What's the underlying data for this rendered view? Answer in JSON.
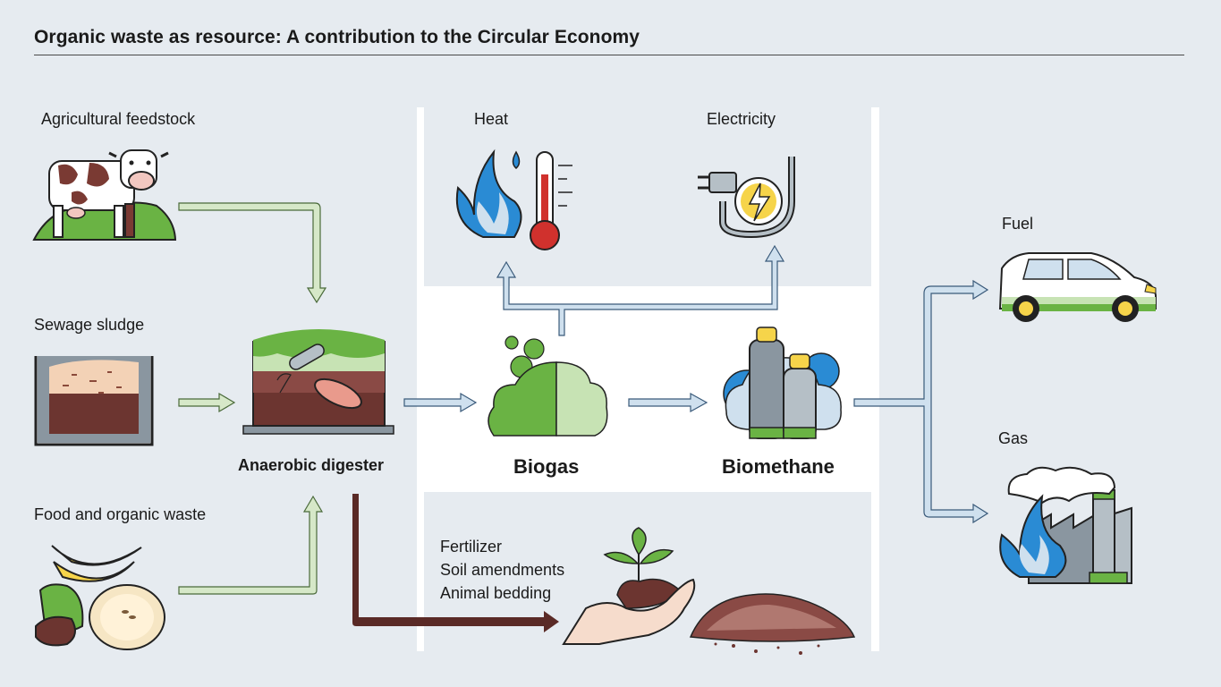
{
  "title": "Organic waste as resource: A contribution to the Circular Economy",
  "inputs": {
    "agricultural": "Agricultural feedstock",
    "sewage": "Sewage sludge",
    "food": "Food and organic waste"
  },
  "process": {
    "digester": "Anaerobic digester",
    "biogas": "Biogas",
    "biomethane": "Biomethane"
  },
  "outputs": {
    "heat": "Heat",
    "electricity": "Electricity",
    "fuel": "Fuel",
    "gas": "Gas"
  },
  "residues": [
    "Fertilizer",
    "Soil amendments",
    "Animal bedding"
  ],
  "colors": {
    "background": "#e6ebf0",
    "green_arrow": "#d6e8c8",
    "blue_arrow": "#cfe0ee",
    "brown_arrow": "#5a2a26",
    "biogas_green": "#6ab344"
  }
}
